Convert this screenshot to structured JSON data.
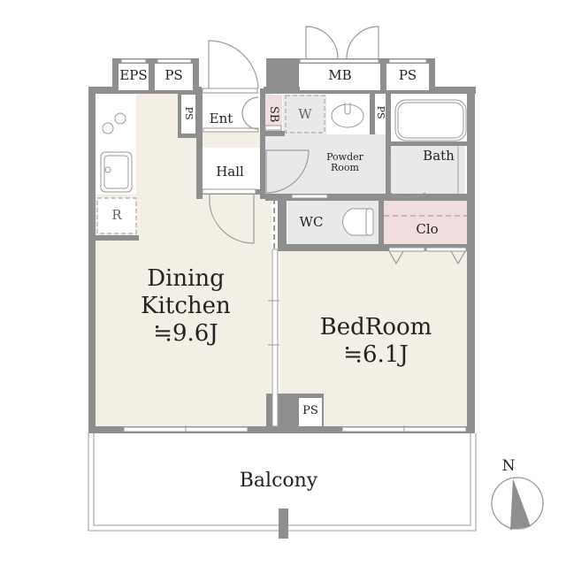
{
  "floor_plan": {
    "colors": {
      "wall": "#8e8e8e",
      "living_floor": "#f4efe4",
      "wet_area_floor": "#e8e9eb",
      "storage_pink": "#f0dde0",
      "white": "#ffffff",
      "line": "#9a9a9a"
    },
    "rooms": {
      "eps": "EPS",
      "ps_top_left": "PS",
      "ps_kitchen": "PS",
      "entrance": "Ent",
      "shoe_box": "SB",
      "meter_box": "MB",
      "ps_top_right": "PS",
      "washer": "W",
      "ps_powder": "PS",
      "hall": "Hall",
      "powder_room_line1": "Powder",
      "powder_room_line2": "Room",
      "bath": "Bath",
      "refrigerator": "R",
      "wc": "WC",
      "closet": "Clo",
      "dining_kitchen_line1": "Dining",
      "dining_kitchen_line2": "Kitchen",
      "dining_kitchen_area": "≒9.6J",
      "bedroom": "BedRoom",
      "bedroom_area": "≒6.1J",
      "ps_bottom": "PS",
      "balcony": "Balcony"
    },
    "compass": {
      "label": "N"
    }
  }
}
